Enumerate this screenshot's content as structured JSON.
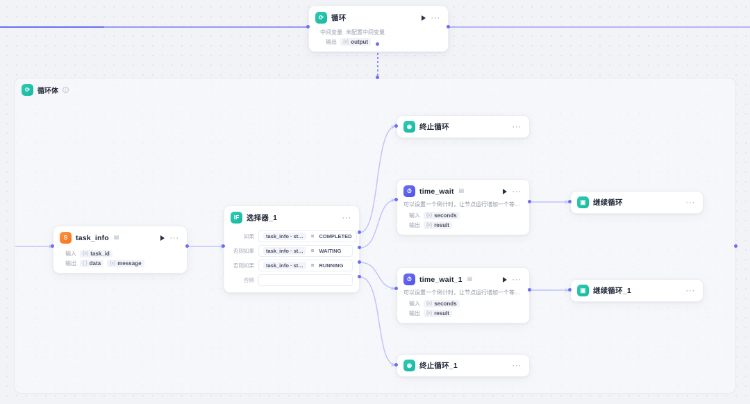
{
  "canvas": {
    "bg_color": "#f2f3f7",
    "accent": "#6b6ef5"
  },
  "loop_node": {
    "title": "循环",
    "icon": "loop-icon",
    "badge": "",
    "mid_label": "中间变量",
    "mid_value": "未配置中间变量",
    "out_label": "输出",
    "out_chip_type": "{x}",
    "out_chip": "output"
  },
  "loop_body": {
    "title": "循环体",
    "info": "i"
  },
  "task_info": {
    "title": "task_info",
    "icon_text": "S",
    "badge": "▤",
    "in_label": "输入",
    "in_chip_type": "{x}",
    "in_chip": "task_id",
    "out_label": "输出",
    "out_chip1_type": "{ }",
    "out_chip1": "data",
    "out_chip2_type": "{x}",
    "out_chip2": "message"
  },
  "selector": {
    "title": "选择器_1",
    "icon_text": "IF",
    "rows": [
      {
        "label": "如果",
        "var": "task_info · st…",
        "op": "=",
        "value": "COMPLETED"
      },
      {
        "label": "否则如果",
        "var": "task_info · st…",
        "op": "=",
        "value": "WAITING"
      },
      {
        "label": "否则如果",
        "var": "task_info · st…",
        "op": "=",
        "value": "RUNNING"
      },
      {
        "label": "否则",
        "var": "",
        "op": "",
        "value": ""
      }
    ]
  },
  "break_node": {
    "title": "终止循环",
    "icon": "break-loop-icon"
  },
  "break_node_1": {
    "title": "终止循环_1",
    "icon": "break-loop-icon"
  },
  "time_wait": {
    "title": "time_wait",
    "badge": "▤",
    "desc": "可以设置一个倒计时，让节点运行增加一个等待。可搭配异步…",
    "in_label": "输入",
    "in_chip_type": "{x}",
    "in_chip": "seconds",
    "out_label": "输出",
    "out_chip_type": "{x}",
    "out_chip": "result"
  },
  "time_wait_1": {
    "title": "time_wait_1",
    "badge": "▤",
    "desc": "可以设置一个倒计时，让节点运行增加一个等待。可搭配异步…",
    "in_label": "输入",
    "in_chip_type": "{x}",
    "in_chip": "seconds",
    "out_label": "输出",
    "out_chip_type": "{x}",
    "out_chip": "result"
  },
  "continue_node": {
    "title": "继续循环",
    "icon": "continue-loop-icon"
  },
  "continue_node_1": {
    "title": "继续循环_1",
    "icon": "continue-loop-icon"
  },
  "icons": {
    "more": "···",
    "play": "▶"
  }
}
